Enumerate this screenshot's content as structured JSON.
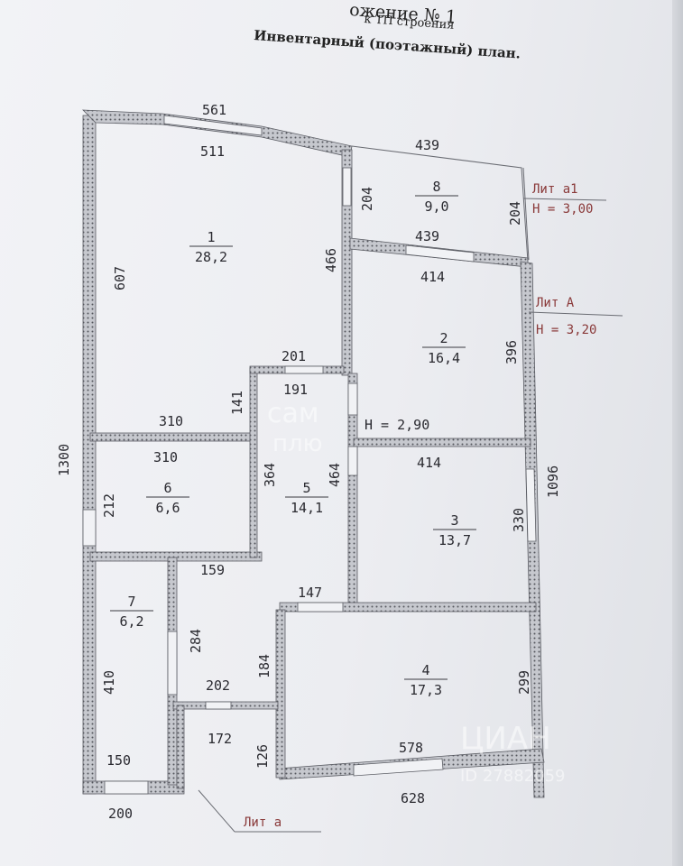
{
  "header": {
    "appendix": "ожение № 1",
    "appendix_sub": "к ТП строения",
    "title": "Инвентарный (поэтажный) план."
  },
  "rooms": [
    {
      "id": "1",
      "area": "28,2"
    },
    {
      "id": "2",
      "area": "16,4"
    },
    {
      "id": "3",
      "area": "13,7"
    },
    {
      "id": "4",
      "area": "17,3"
    },
    {
      "id": "5",
      "area": "14,1"
    },
    {
      "id": "6",
      "area": "6,6"
    },
    {
      "id": "7",
      "area": "6,2"
    },
    {
      "id": "8",
      "area": "9,0"
    }
  ],
  "dimensions": {
    "top_outer": "561",
    "top_inner": "511",
    "annex_top": "439",
    "annex_bottom": "439",
    "annex_left": "204",
    "annex_right": "204",
    "left_room1": "607",
    "room1_right": "466",
    "total_height": "1300",
    "room1_bottom": "310",
    "room6_top": "310",
    "room6_side": "212",
    "corridor_top": "201",
    "corridor_inner": "191",
    "corridor_141": "141",
    "hall_364": "364",
    "hall_464": "464",
    "room2_top": "414",
    "room2_right": "396",
    "room3_top": "414",
    "room3_right": "330",
    "right_total": "1096",
    "hall_159": "159",
    "hall_147": "147",
    "room7_left": "410",
    "hall_284": "284",
    "hall_184": "184",
    "hall_202": "202",
    "room4_right": "299",
    "porch_172": "172",
    "porch_126": "126",
    "room7_bottom": "150",
    "room4_bottom": "578",
    "bottom_total": "628",
    "bottom_left": "200"
  },
  "labels": {
    "lit_a1": "Лит а1",
    "h_a1": "Н = 3,00",
    "lit_A": "Лит А",
    "h_A": "Н = 3,20",
    "h_center": "Н = 2,90",
    "lit_a": "Лит а"
  },
  "watermark": {
    "brand_line1": "сам",
    "brand_line2": "плю",
    "brand_code": "ID 27882059",
    "brand_right": "ЦИАН"
  }
}
